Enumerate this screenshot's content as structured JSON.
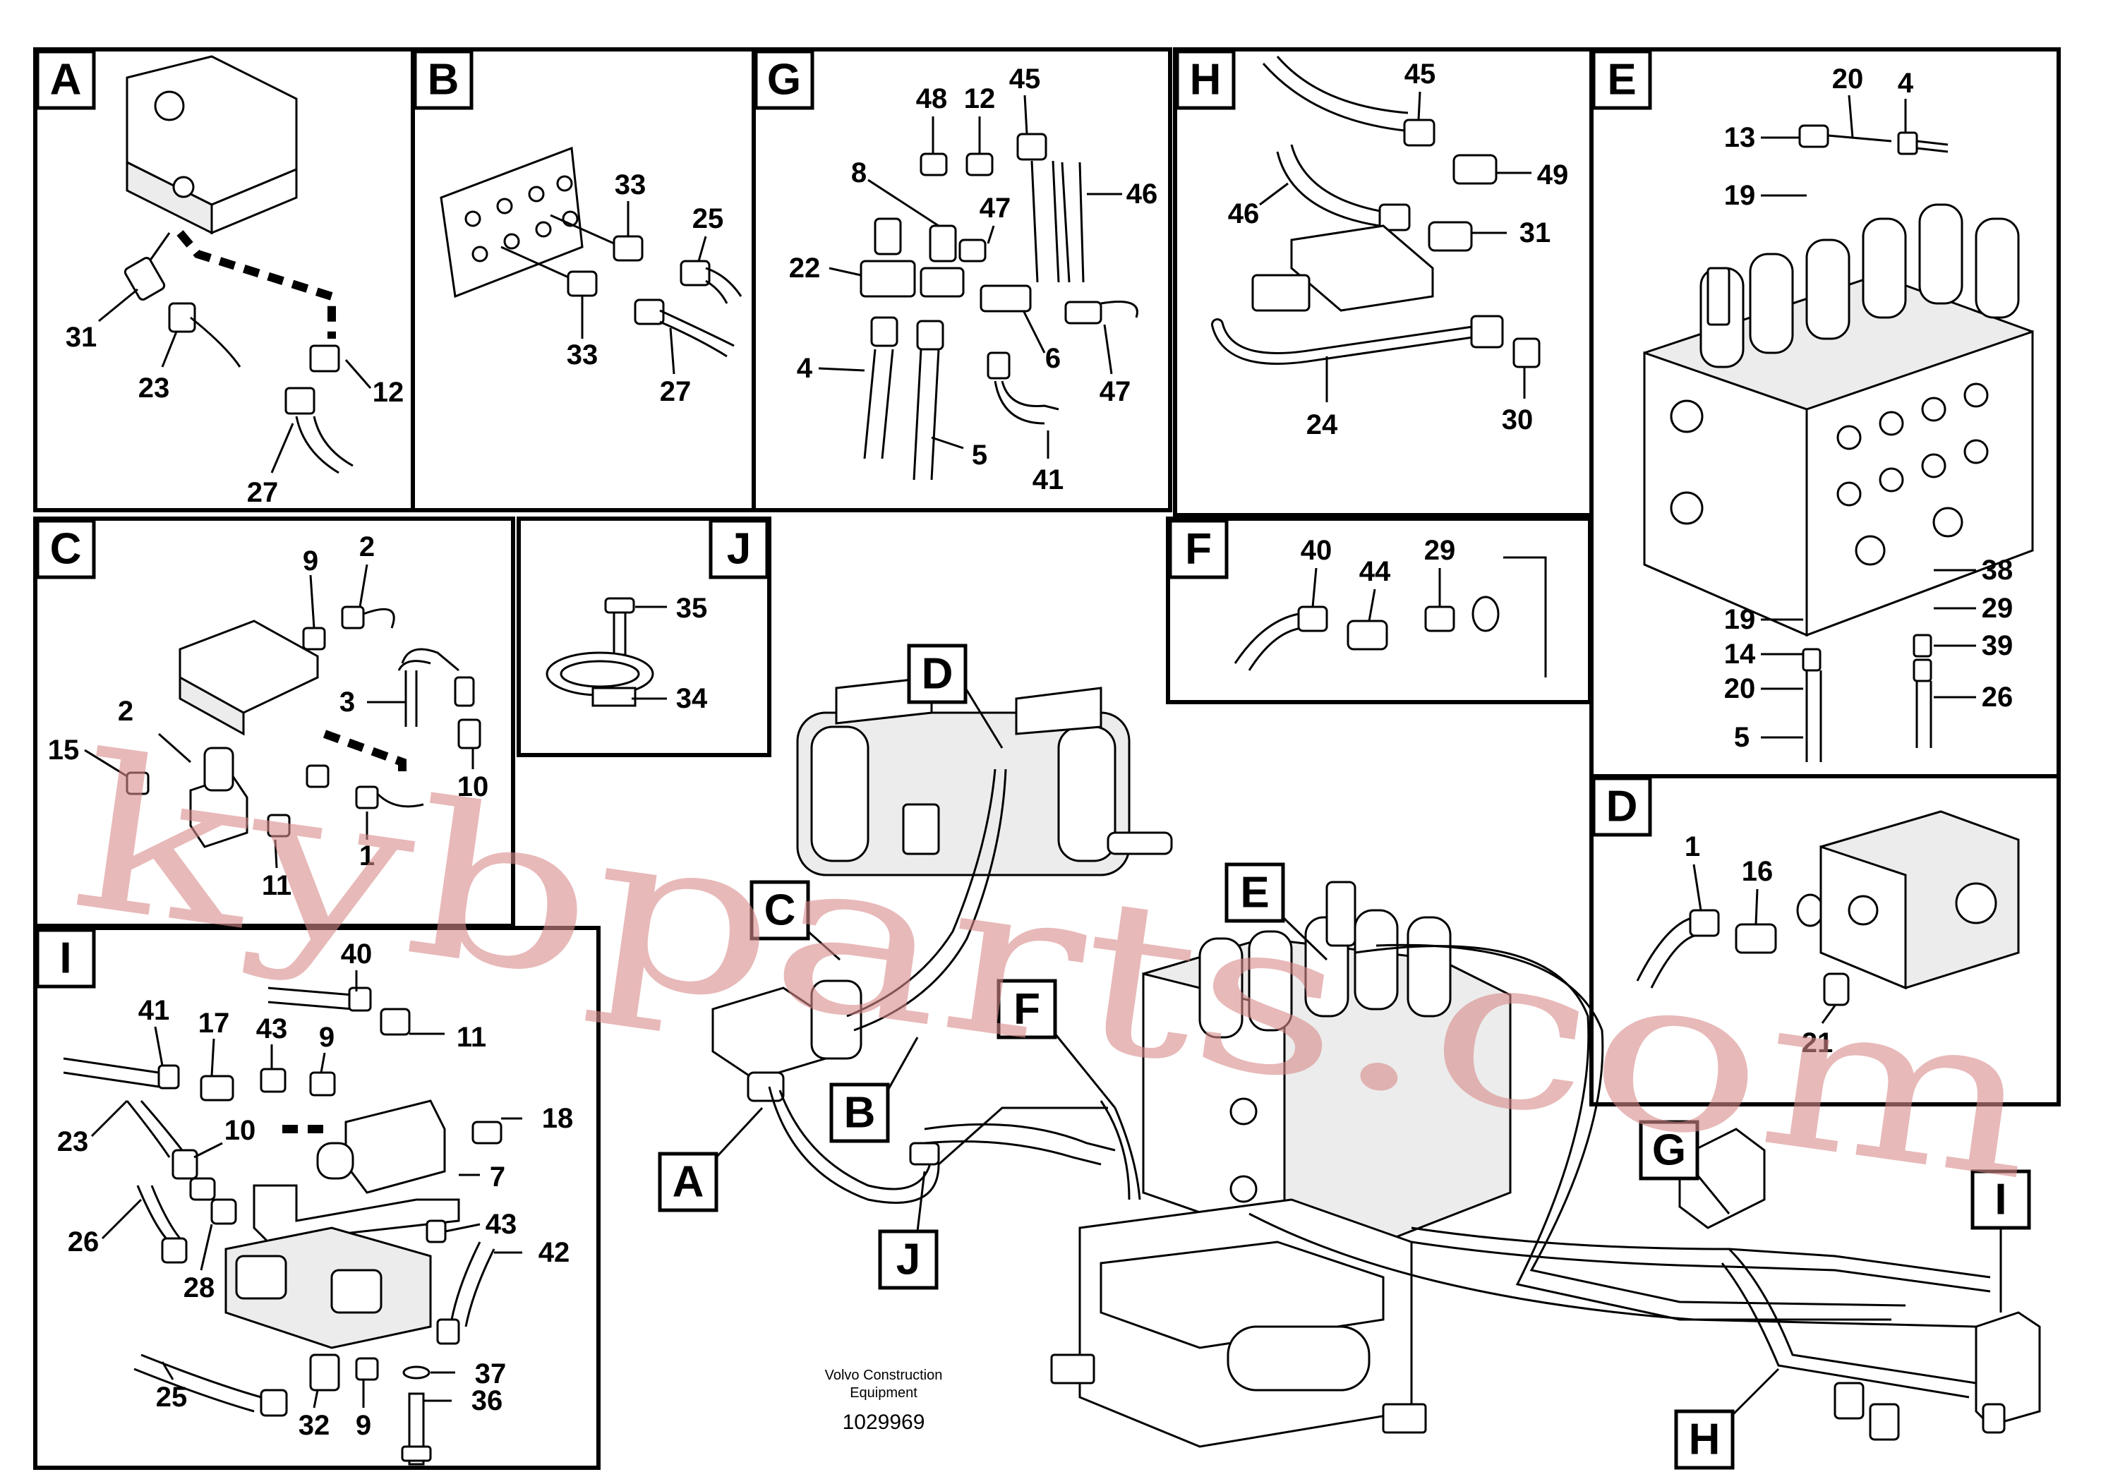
{
  "diagram": {
    "panels": [
      {
        "letter": "A",
        "parts": [
          "31",
          "23",
          "12",
          "27"
        ]
      },
      {
        "letter": "B",
        "parts": [
          "33",
          "25",
          "33",
          "27"
        ]
      },
      {
        "letter": "G",
        "parts": [
          "48",
          "12",
          "45",
          "8",
          "47",
          "46",
          "22",
          "6",
          "47",
          "4",
          "5",
          "41"
        ]
      },
      {
        "letter": "H",
        "parts": [
          "45",
          "49",
          "46",
          "31",
          "24",
          "30"
        ]
      },
      {
        "letter": "E",
        "parts": [
          "20",
          "4",
          "13",
          "19",
          "38",
          "29",
          "19",
          "39",
          "14",
          "20",
          "26",
          "5"
        ]
      },
      {
        "letter": "C",
        "parts": [
          "9",
          "2",
          "2",
          "15",
          "3",
          "10",
          "11",
          "1"
        ]
      },
      {
        "letter": "J",
        "parts": [
          "35",
          "34"
        ]
      },
      {
        "letter": "F",
        "parts": [
          "40",
          "44",
          "29"
        ]
      },
      {
        "letter": "D",
        "parts": [
          "1",
          "16",
          "21"
        ]
      },
      {
        "letter": "I",
        "parts": [
          "40",
          "41",
          "17",
          "43",
          "9",
          "11",
          "23",
          "10",
          "18",
          "7",
          "43",
          "26",
          "28",
          "42",
          "37",
          "25",
          "32",
          "9",
          "36"
        ]
      }
    ],
    "overview_callouts": [
      "D",
      "C",
      "E",
      "A",
      "B",
      "F",
      "J",
      "G",
      "I",
      "H"
    ]
  },
  "footer": {
    "brand_line1": "Volvo Construction",
    "brand_line2": "Equipment",
    "drawing_number": "1029969"
  },
  "watermark": "kybparts.com"
}
